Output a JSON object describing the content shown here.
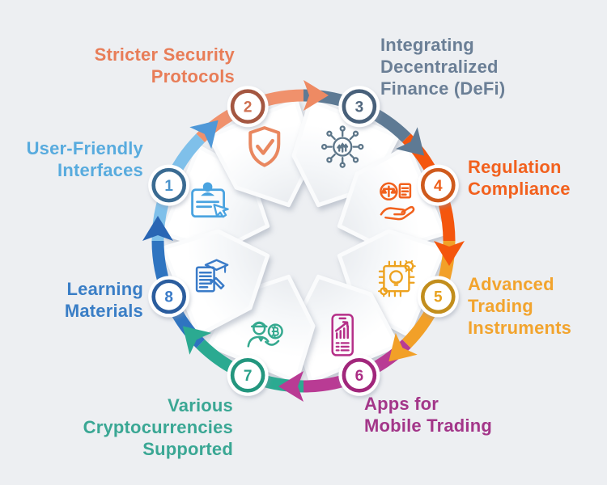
{
  "background_color": "#edeff2",
  "diagram": {
    "type": "circular-process",
    "direction": "clockwise",
    "step_count": 8,
    "segments": [
      {
        "number": "1",
        "label": "User-Friendly\nInterfaces",
        "label_color": "#58abde",
        "arc_color": "#7fc0ea",
        "arrow_color": "#4f98d8",
        "ring_color": "#3a6b92",
        "number_color": "#4a93cc",
        "icon": "user-interface-icon",
        "icon_color": "#4aa3e0"
      },
      {
        "number": "2",
        "label": "Stricter Security\nProtocols",
        "label_color": "#e87d58",
        "arc_color": "#f0916c",
        "arrow_color": "#ee8a63",
        "ring_color": "#a45741",
        "number_color": "#cf7050",
        "icon": "shield-check-icon",
        "icon_color": "#e9875f"
      },
      {
        "number": "3",
        "label": "Integrating\nDecentralized\nFinance (DeFi)",
        "label_color": "#6b7f96",
        "arc_color": "#5e7a94",
        "arrow_color": "#5e7a94",
        "ring_color": "#48607a",
        "number_color": "#52687f",
        "icon": "defi-network-icon",
        "icon_color": "#5d7689"
      },
      {
        "number": "4",
        "label": "Regulation\nCompliance",
        "label_color": "#f2611e",
        "arc_color": "#f4560e",
        "arrow_color": "#f4560e",
        "ring_color": "#cf5a1d",
        "number_color": "#ee5f1a",
        "icon": "compliance-icon",
        "icon_color": "#f1611d"
      },
      {
        "number": "5",
        "label": "Advanced\nTrading\nInstruments",
        "label_color": "#f2a42e",
        "arc_color": "#f2a028",
        "arrow_color": "#f2a028",
        "ring_color": "#c28e1d",
        "number_color": "#e8a21f",
        "icon": "chip-idea-icon",
        "icon_color": "#eda21f"
      },
      {
        "number": "6",
        "label": "Apps for\nMobile Trading",
        "label_color": "#a33689",
        "arc_color": "#b93b94",
        "arrow_color": "#b93b94",
        "ring_color": "#a1267b",
        "number_color": "#ab2d84",
        "icon": "mobile-trading-icon",
        "icon_color": "#b52f88"
      },
      {
        "number": "7",
        "label": "Various\nCryptocurrencies\nSupported",
        "label_color": "#3aa794",
        "arc_color": "#2baa91",
        "arrow_color": "#2baa91",
        "ring_color": "#23967e",
        "number_color": "#2aa18a",
        "icon": "crypto-person-icon",
        "icon_color": "#35a98f"
      },
      {
        "number": "8",
        "label": "Learning\nMaterials",
        "label_color": "#3a7ec6",
        "arc_color": "#2f74c0",
        "arrow_color": "#2a66b4",
        "ring_color": "#2b5d9e",
        "number_color": "#3a7bc8",
        "icon": "learning-materials-icon",
        "icon_color": "#3a7bc8"
      }
    ]
  }
}
